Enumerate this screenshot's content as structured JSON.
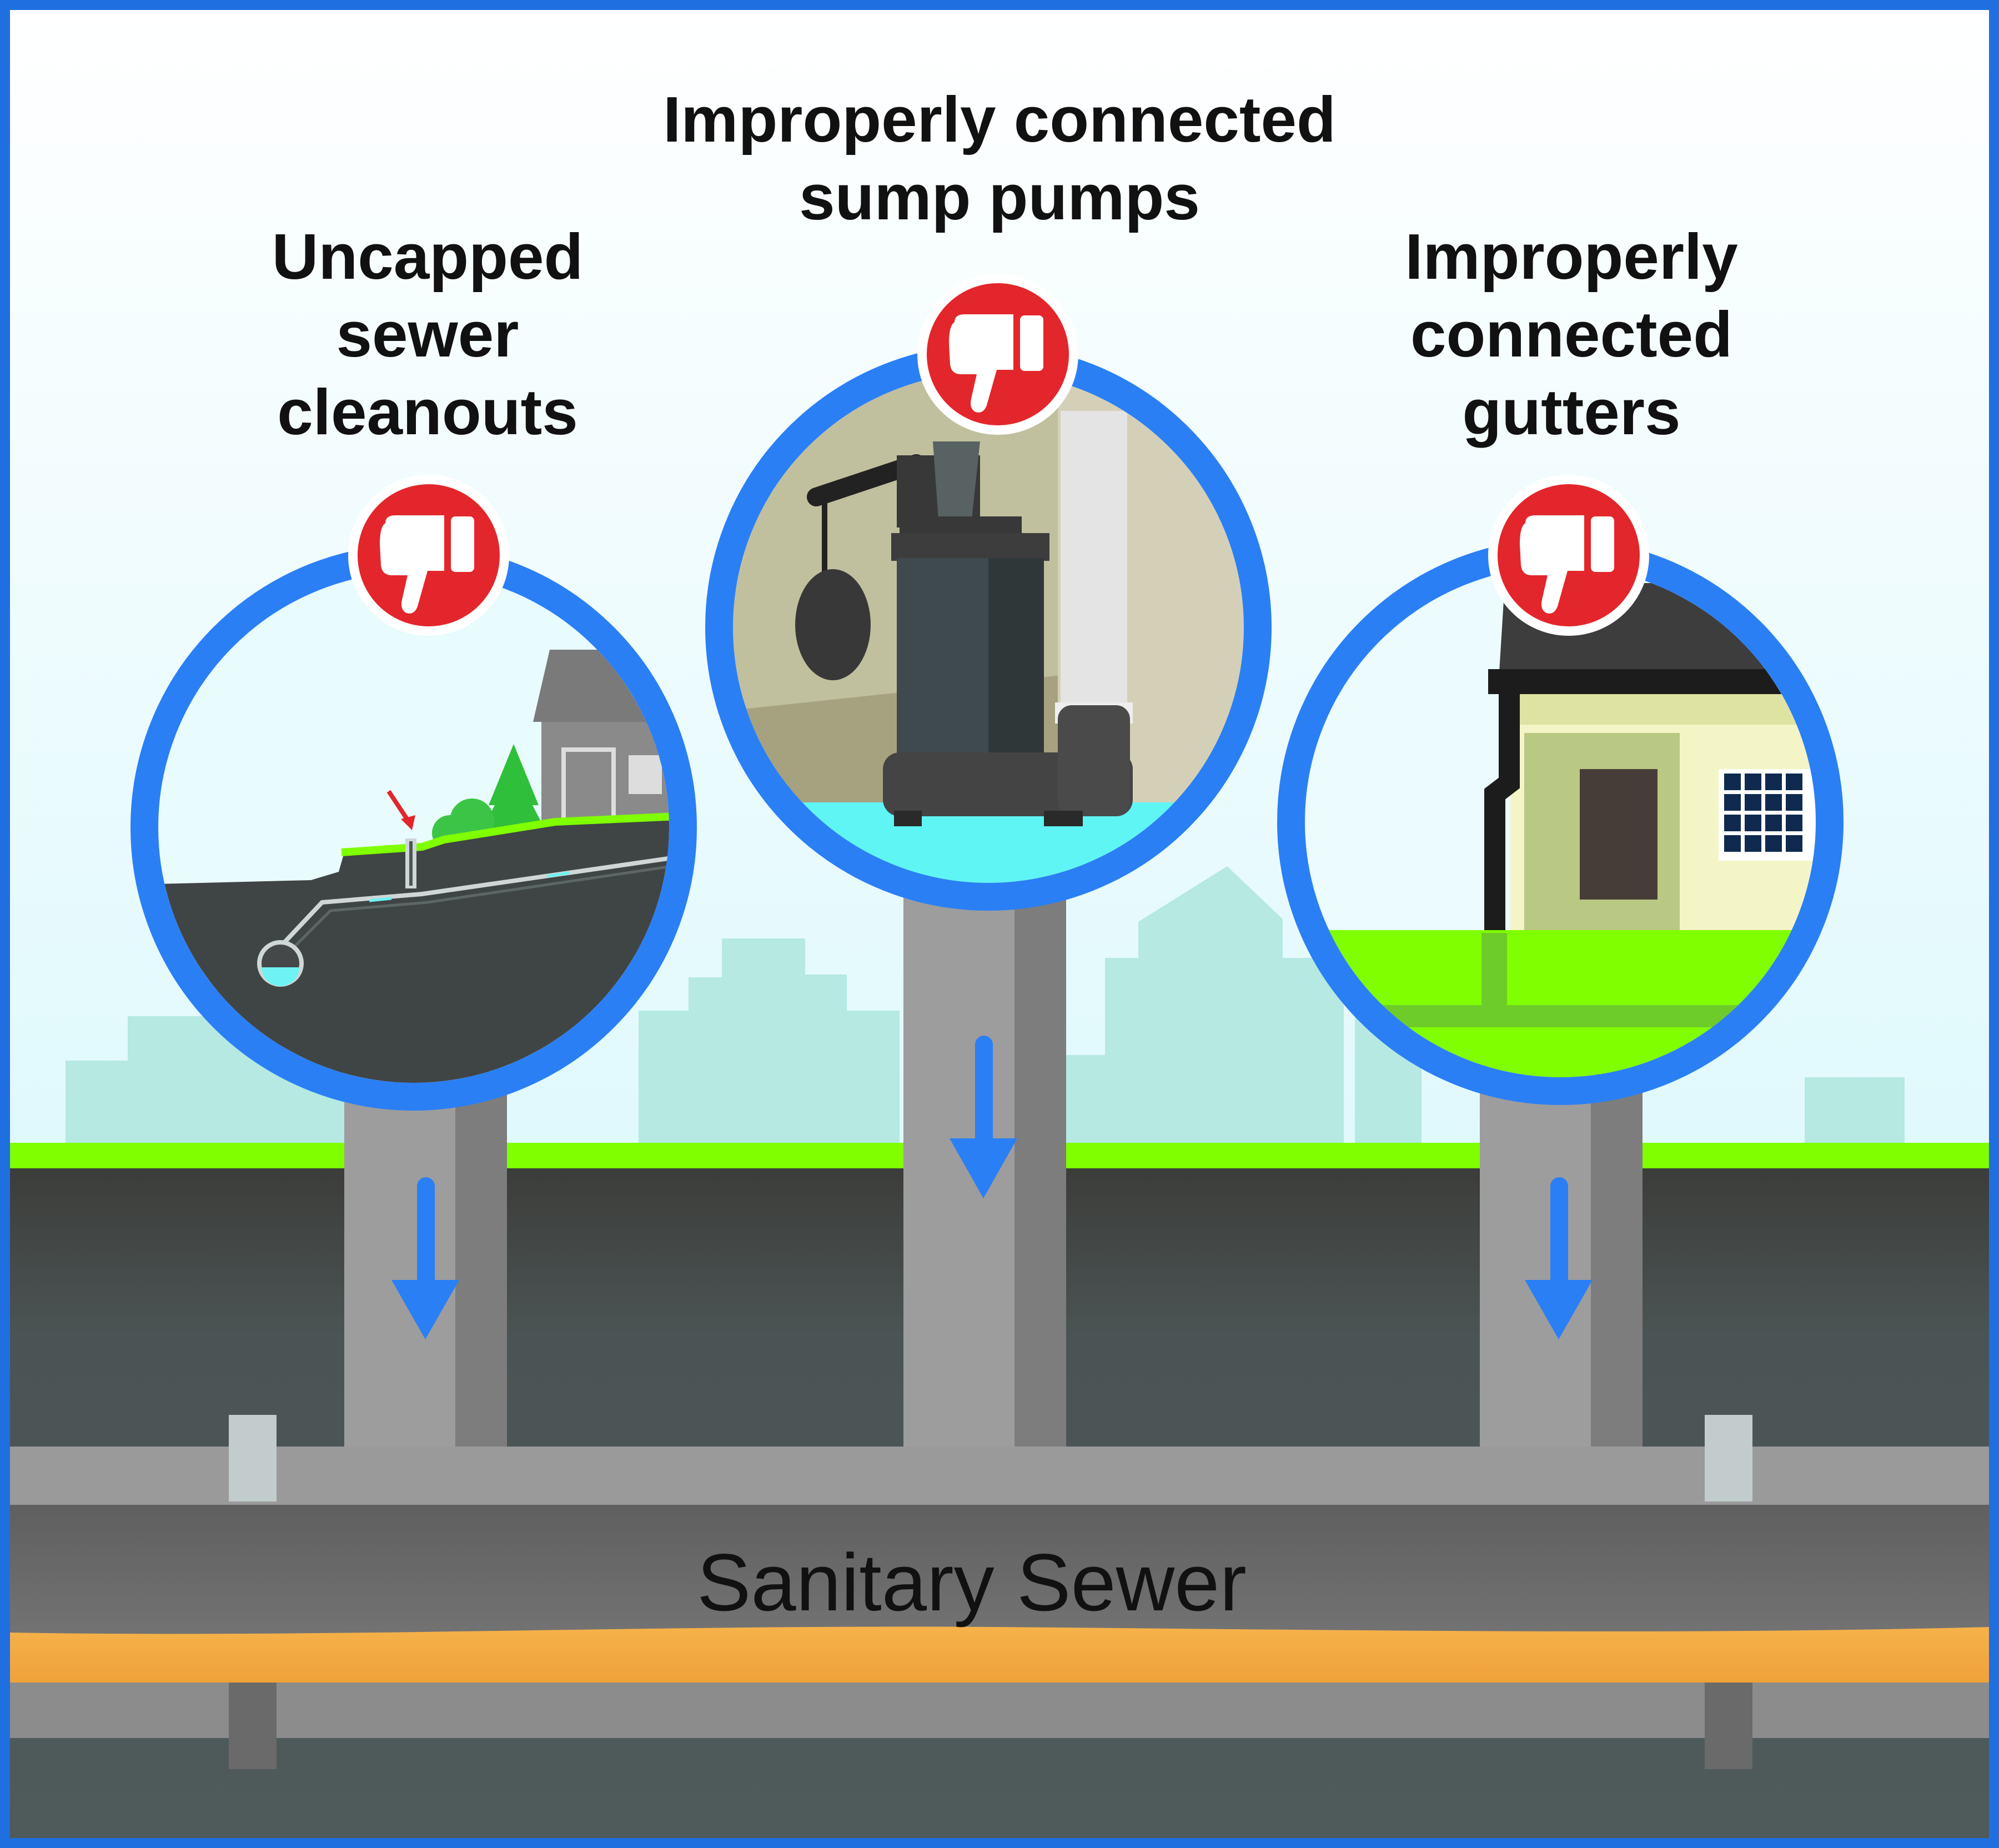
{
  "labels": {
    "left": [
      "Uncapped",
      "sewer",
      "cleanouts"
    ],
    "center": [
      "Improperly connected",
      "sump pumps"
    ],
    "right": [
      "Improperly",
      "connected",
      "gutters"
    ]
  },
  "pipe_label": "Sanitary Sewer",
  "icons": {
    "badge": "thumbs-down-icon",
    "flow": "arrow-down-icon"
  },
  "colors": {
    "frame": "#1f6fe0",
    "ring": "#2a7ff5",
    "badge": "#e3262b",
    "grass": "#7fff00",
    "pipe": "#9b9b9b",
    "sewage": "#f5a940",
    "soil": "#4c5659",
    "sky": "#d6f6fb"
  }
}
